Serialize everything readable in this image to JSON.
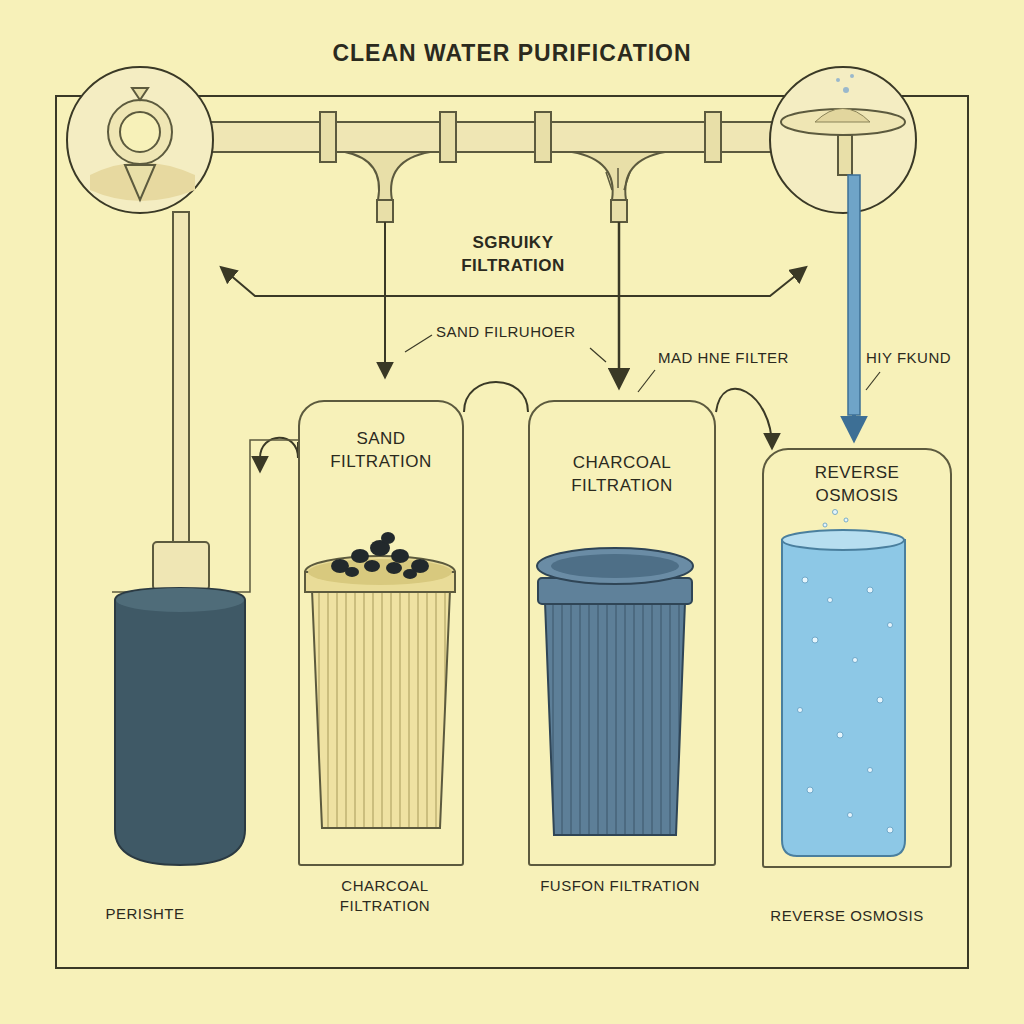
{
  "diagram": {
    "title": "CLEAN WATER PURIFICATION",
    "nodes": [
      {
        "text": [
          "SAND FILTRATION"
        ]
      },
      {
        "text": [
          "CHARCOAL FILTRATION"
        ]
      },
      {
        "text": [
          "REVERSE OSMOSIS"
        ]
      }
    ],
    "edges": [
      {
        "from": 0,
        "to": 1,
        "arrow": "none"
      },
      {
        "from": 1,
        "to": 2,
        "arrow": "to"
      }
    ],
    "labels": [
      "SGRUIKY FILTRATION",
      "SAND FILRUHOER",
      "MAD HNE FILTER",
      "HIY FKUND",
      "PERISHTE",
      "CHARCOAL FILTRATION",
      "FUSFON FILTRATION",
      "REVERSE OSMOSIS"
    ]
  }
}
